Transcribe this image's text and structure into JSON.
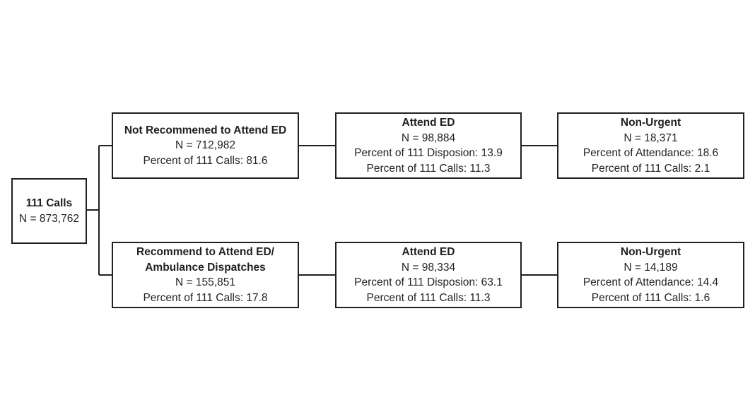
{
  "root": {
    "title": "111 Calls",
    "n": "N = 873,762"
  },
  "top_branch": [
    {
      "title": "Not Recommened to Attend ED",
      "lines": [
        "N = 712,982",
        "Percent of 111 Calls: 81.6"
      ]
    },
    {
      "title": "Attend ED",
      "lines": [
        "N = 98,884",
        "Percent of 111 Disposion: 13.9",
        "Percent of 111 Calls: 11.3"
      ]
    },
    {
      "title": "Non-Urgent",
      "lines": [
        "N = 18,371",
        "Percent of Attendance: 18.6",
        "Percent of 111 Calls: 2.1"
      ]
    }
  ],
  "bottom_branch": [
    {
      "title_lines": [
        "Recommend to Attend ED/",
        "Ambulance Dispatches"
      ],
      "lines": [
        "N = 155,851",
        "Percent of 111 Calls: 17.8"
      ]
    },
    {
      "title": "Attend ED",
      "lines": [
        "N = 98,334",
        "Percent of 111 Disposion: 63.1",
        "Percent of 111 Calls: 11.3"
      ]
    },
    {
      "title": "Non-Urgent",
      "lines": [
        "N = 14,189",
        "Percent of Attendance: 14.4",
        "Percent of 111 Calls: 1.6"
      ]
    }
  ],
  "colors": {
    "line": "#231f20",
    "background": "#ffffff"
  }
}
